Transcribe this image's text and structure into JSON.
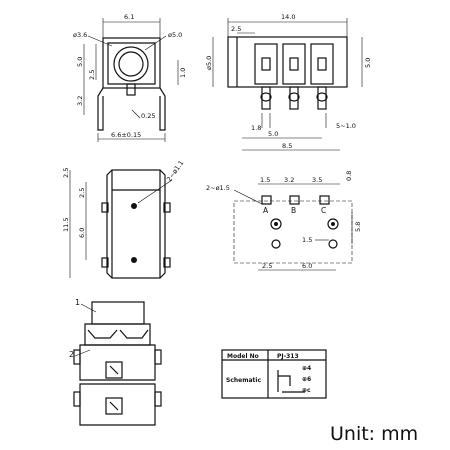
{
  "front_view": {
    "dims": {
      "width_top": "6.1",
      "hole_left": "ø3.6",
      "hole_right": "ø5.0",
      "height_top": "5.0",
      "half_left": "2.5",
      "pin_height": "3.2",
      "pin_offset": "1.0",
      "pin_gap": "0.25",
      "base_width": "6.6±0.15"
    }
  },
  "top_view": {
    "dims": {
      "overall_width": "14.0",
      "edge": "2.5",
      "height_left": "ø5.0",
      "height_right": "5.0",
      "pin_pitch_left": "1.8",
      "pin_span": "5.0",
      "pin_width": "5~1.0",
      "total_span": "8.5"
    }
  },
  "side_view": {
    "dims": {
      "total_height": "11.5",
      "top_margin": "2.5",
      "upper": "2.5",
      "middle": "6.0",
      "hole": "2~ø1.1"
    }
  },
  "pcb_layout": {
    "dims": {
      "hole_spec": "2~ø1.5",
      "pad_a": "1.5",
      "pad_pitch": "3.2",
      "pad_c": "3.5",
      "pad_h": "0.8",
      "vertical": "5.8",
      "lower_left": "1.5",
      "bottom_left": "2.5",
      "bottom_right": "6.0"
    },
    "pins": [
      "A",
      "B",
      "C"
    ]
  },
  "callouts": [
    "1",
    "2"
  ],
  "title_block": {
    "model_label": "Model No",
    "model_value": "PJ-313",
    "schematic_label": "Schematic",
    "schematic_pins": [
      "⊕4",
      "⊕6",
      "⊕c"
    ]
  },
  "unit_note": "Unit: mm"
}
